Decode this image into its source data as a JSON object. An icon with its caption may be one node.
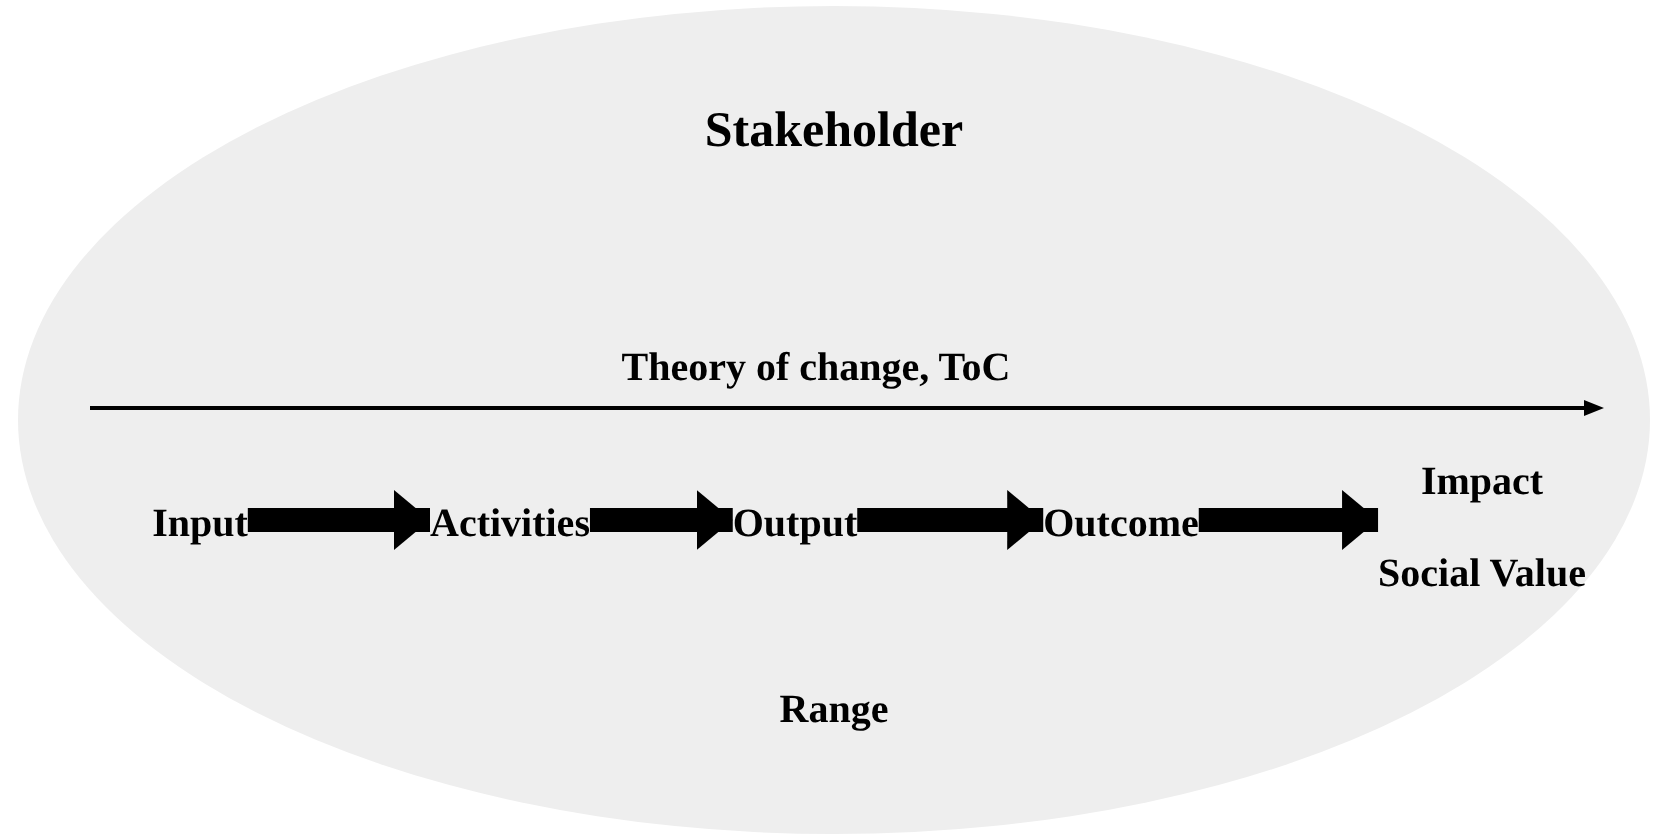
{
  "diagram": {
    "nodes": [
      {
        "text": [
          "Stakeholder",
          "Range"
        ]
      },
      {
        "text": [
          "Input"
        ],
        "in": 0
      },
      {
        "text": [
          "Activities"
        ],
        "in": 0
      },
      {
        "text": [
          "Output"
        ],
        "in": 0
      },
      {
        "text": [
          "Outcome"
        ],
        "in": 0
      },
      {
        "text": [
          "Impact",
          "Social Value"
        ],
        "in": 0
      }
    ],
    "edges": [
      {
        "from": 1,
        "to": 2,
        "arrow": "to"
      },
      {
        "from": 2,
        "to": 3,
        "arrow": "to"
      },
      {
        "from": 3,
        "to": 4,
        "arrow": "to"
      },
      {
        "from": 4,
        "to": 5,
        "arrow": "to"
      }
    ],
    "labels": [
      "Theory of change, ToC"
    ]
  }
}
